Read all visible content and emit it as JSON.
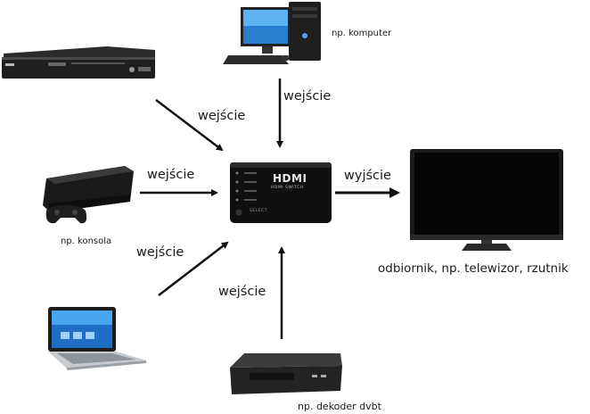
{
  "devices": {
    "computer": {
      "label": "np. komputer"
    },
    "console": {
      "label": "np. konsola"
    },
    "dvb_decoder": {
      "label": "np. dekoder dvbt"
    },
    "tv": {
      "label": "odbiornik, np. telewizor, rzutnik"
    },
    "switch": {
      "logo": "HDMI",
      "sub": "HDMI SWITCH",
      "select": "SELECT"
    }
  },
  "arrows": {
    "dvd_to_switch": "wejście",
    "computer_to_switch": "wejście",
    "console_to_switch": "wejście",
    "laptop_to_switch": "wejście",
    "decoder_to_switch": "wejście",
    "switch_to_tv": "wyjście"
  },
  "colors": {
    "arrow": "#111111",
    "device_dark": "#1c1c1c",
    "screen_blue": "#2a7fd0"
  }
}
